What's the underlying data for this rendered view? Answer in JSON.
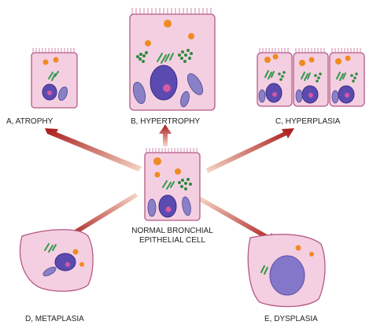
{
  "labels": {
    "atrophy": "A, ATROPHY",
    "hypertrophy": "B, HYPERTROPHY",
    "hyperplasia": "C, HYPERPLASIA",
    "normal_line1": "NORMAL BRONCHIAL",
    "normal_line2": "EPITHELIAL CELL",
    "metaplasia": "D, METAPLASIA",
    "dysplasia": "E, DYSPLASIA"
  },
  "colors": {
    "cell_fill": "#f4cfe1",
    "cell_border": "#b35a85",
    "nucleus": "#5b4bb0",
    "granules": "#f08a22",
    "organelles_green": "#2f9a4a",
    "arrow": "#b01e1e"
  }
}
